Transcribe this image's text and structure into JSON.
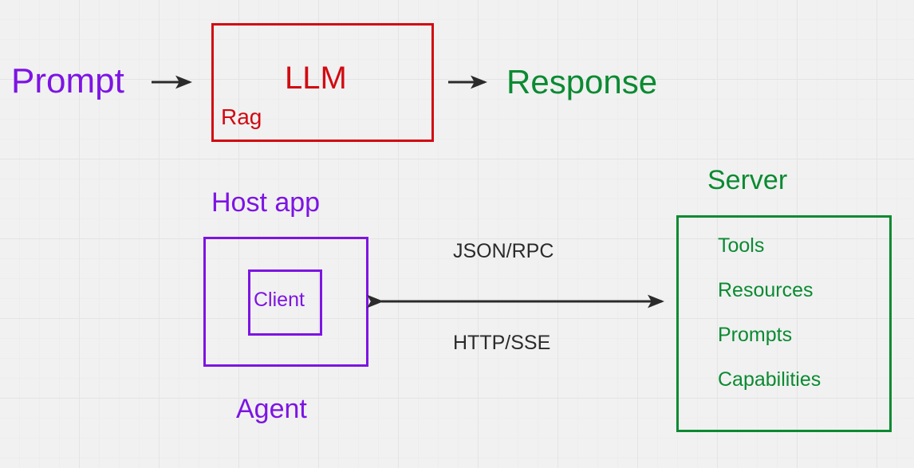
{
  "diagram": {
    "title_implicit": "MCP host app, client and server architecture",
    "colors": {
      "purple": "#7d14e3",
      "red": "#d10a11",
      "green": "#0b8a32",
      "arrow": "#2b2b2b",
      "background": "#f1f1f1",
      "grid_minor": "#ededed",
      "grid_major": "#e4e4e4"
    },
    "flow": {
      "prompt_label": "Prompt",
      "response_label": "Response"
    },
    "llm_box": {
      "title": "LLM",
      "sub_label": "Rag"
    },
    "host": {
      "top_label": "Host app",
      "bottom_label": "Agent",
      "inner_label": "Client"
    },
    "transport": {
      "top_label": "JSON/RPC",
      "bottom_label": "HTTP/SSE"
    },
    "server": {
      "title": "Server",
      "items": [
        "Tools",
        "Resources",
        "Prompts",
        "Capabilities"
      ]
    },
    "arrows": {
      "prompt_to_llm": "arrow-right-icon",
      "llm_to_response": "arrow-right-icon",
      "client_to_server": "arrow-bidirectional-icon"
    }
  }
}
